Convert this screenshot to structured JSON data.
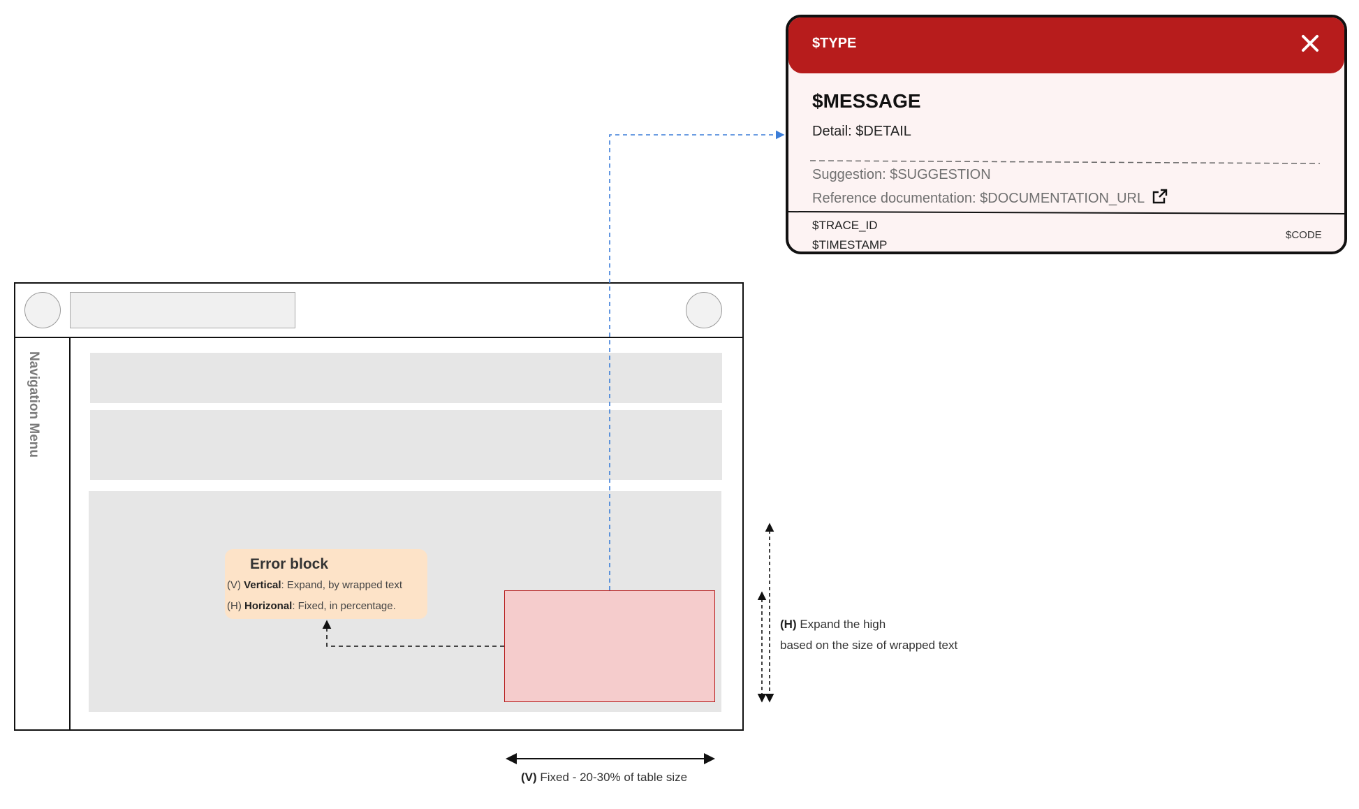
{
  "error_card": {
    "type": "$TYPE",
    "message": "$MESSAGE",
    "detail": "Detail: $DETAIL",
    "suggestion": "Suggestion: $SUGGESTION",
    "documentation": "Reference documentation: $DOCUMENTATION_URL",
    "trace_id": "$TRACE_ID",
    "timestamp": "$TIMESTAMP",
    "code": "$CODE",
    "icons": {
      "close": "close-icon",
      "external_link": "external-link-icon"
    }
  },
  "wireframe": {
    "nav_label": "Navigation Menu"
  },
  "error_block_note": {
    "title": "Error block",
    "vertical_prefix": "(V) ",
    "vertical_label": "Vertical",
    "vertical_text": ": Expand, by wrapped text",
    "horizontal_prefix": "(H) ",
    "horizontal_label": "Horizonal",
    "horizontal_text": ": Fixed, in percentage."
  },
  "annotations": {
    "height_tag": "(H)",
    "height_line1": " Expand the high",
    "height_line2": "based on the size of wrapped text",
    "width_tag": "(V)",
    "width_text": " Fixed - 20-30% of table size"
  },
  "colors": {
    "header_red": "#b71c1c",
    "card_bg": "#fdf3f3",
    "error_block_fill": "#f5cccc",
    "note_fill": "#fde3c8",
    "connector_blue": "#3b7dd8",
    "placeholder_gray": "#e6e6e6"
  }
}
